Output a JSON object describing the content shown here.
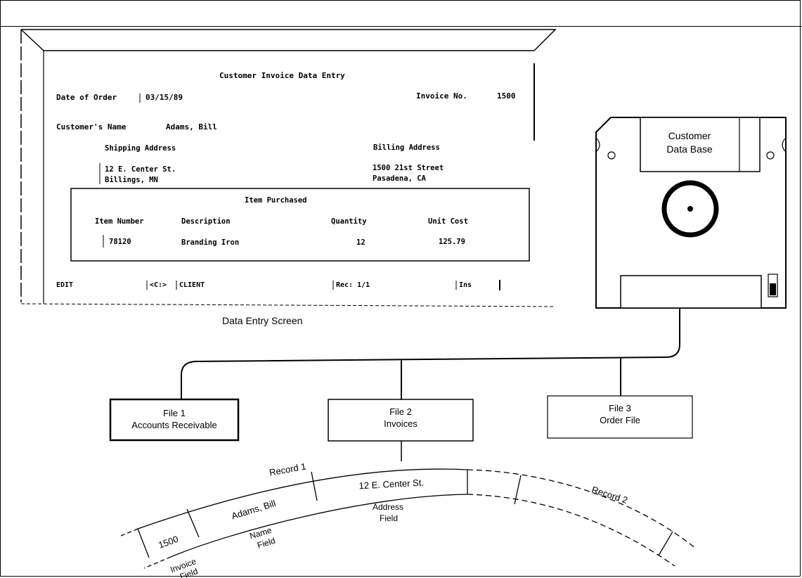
{
  "screen": {
    "title": "Customer Invoice Data Entry",
    "date_label": "Date of Order",
    "date_value": "03/15/89",
    "invoice_label": "Invoice No.",
    "invoice_value": "1500",
    "customer_label": "Customer's Name",
    "customer_value": "Adams, Bill",
    "shipping_label": "Shipping Address",
    "shipping_line1": "12 E. Center St.",
    "shipping_line2": "Billings, MN",
    "billing_label": "Billing Address",
    "billing_line1": "1500 21st Street",
    "billing_line2": "Pasadena, CA",
    "items_title": "Item Purchased",
    "col_item": "Item Number",
    "col_desc": "Description",
    "col_qty": "Quantity",
    "col_cost": "Unit Cost",
    "row_item": "78120",
    "row_desc": "Branding Iron",
    "row_qty": "12",
    "row_cost": "125.79",
    "status_mode": "EDIT",
    "status_path": "<C:>",
    "status_file": "CLIENT",
    "status_rec": "Rec: 1/1",
    "status_ins": "Ins",
    "caption": "Data Entry Screen"
  },
  "disk": {
    "label_line1": "Customer",
    "label_line2": "Data Base"
  },
  "files": [
    {
      "line1": "File 1",
      "line2": "Accounts Receivable"
    },
    {
      "line1": "File 2",
      "line2": "Invoices"
    },
    {
      "line1": "File 3",
      "line2": "Order File"
    }
  ],
  "record": {
    "record1_label": "Record 1",
    "record2_label": "Record 2",
    "invoice_cell": "1500",
    "name_cell": "Adams, Bill",
    "address_cell": "12 E. Center St.",
    "invoice_field_line1": "Invoice",
    "invoice_field_line2": "Field",
    "name_field_line1": "Name",
    "name_field_line2": "Field",
    "address_field_line1": "Address",
    "address_field_line2": "Field"
  }
}
